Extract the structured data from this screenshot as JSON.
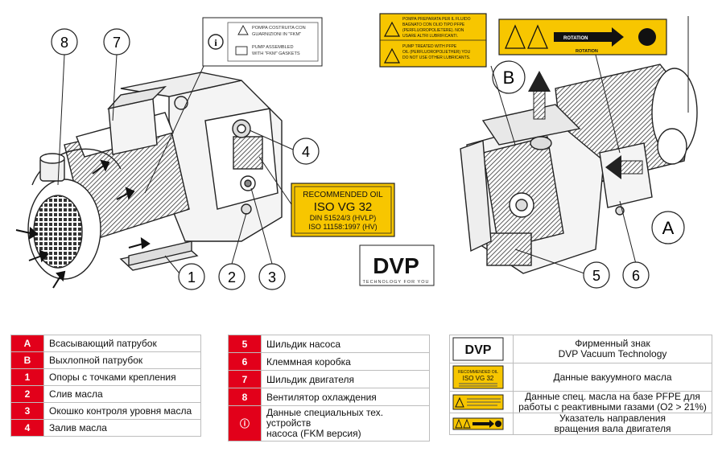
{
  "figure": {
    "callouts_left": [
      "8",
      "7",
      "4",
      "1",
      "2",
      "3"
    ],
    "callouts_right": [
      "B",
      "A",
      "5",
      "6"
    ],
    "oil_label": {
      "line1": "RECOMMENDED OIL",
      "line2": "ISO VG 32",
      "line3": "DIN 51524/3 (HVLP)",
      "line4": "ISO 11158:1997 (HV)"
    },
    "info_label": {
      "line1": "POMPA COSTRUITA CON",
      "line2": "GUARNIZIONI IN \"FKM\"",
      "line3": "PUMP ASSEMBLED",
      "line4": "WITH \"FKM\" GASKETS"
    },
    "warning_label": {
      "line1": "POMPA PREPARATA PER IL FLUIDO",
      "line2": "BAGNATO CON OLIO TIPO PFPE",
      "line3": "(PERFLUOROPOLIETERE). NON",
      "line4": "USARE ALTRI LUBRIFICANTI.",
      "line5": "PUMP TREATED WITH PFPE",
      "line6": "OIL (PERFLUOROPOLIETHER) YOU",
      "line7": "DO NOT USE OTHER LUBRICANTS."
    },
    "rotation_label": {
      "top": "ROTATION",
      "bottom": "ROTATION"
    },
    "logo": {
      "text": "DVP",
      "tagline": "TECHNOLOGY FOR YOU"
    }
  },
  "legend_left": [
    {
      "key": "A",
      "text": "Всасывающий патрубок"
    },
    {
      "key": "B",
      "text": "Выхлопной патрубок"
    },
    {
      "key": "1",
      "text": "Опоры с точками крепления"
    },
    {
      "key": "2",
      "text": "Слив масла"
    },
    {
      "key": "3",
      "text": "Окошко контроля уровня масла"
    },
    {
      "key": "4",
      "text": "Залив масла"
    }
  ],
  "legend_middle": [
    {
      "key": "5",
      "text": "Шильдик насоса"
    },
    {
      "key": "6",
      "text": "Клеммная коробка"
    },
    {
      "key": "7",
      "text": "Шильдик двигателя"
    },
    {
      "key": "8",
      "text": "Вентилятор охлаждения"
    },
    {
      "key": "ⓘ",
      "text1": "Данные специальных тех. устройств",
      "text2": "насоса (FKM версия)"
    }
  ],
  "legend_right": [
    {
      "icon": "dvp-logo-icon",
      "text1": "Фирменный знак",
      "text2": "DVP Vacuum Technology"
    },
    {
      "icon": "oil-label-icon",
      "text1": "Данные вакуумного масла",
      "text2": ""
    },
    {
      "icon": "pfpe-warning-icon",
      "text1": "Данные спец. масла на базе PFPE для",
      "text2": "работы с реактивными  газами  (O2 > 21%)"
    },
    {
      "icon": "rotation-arrow-icon",
      "text1": "Указатель направления",
      "text2": "вращения вала двигателя"
    }
  ],
  "colors": {
    "accent_red": "#e2001a",
    "label_yellow": "#f7c600"
  }
}
